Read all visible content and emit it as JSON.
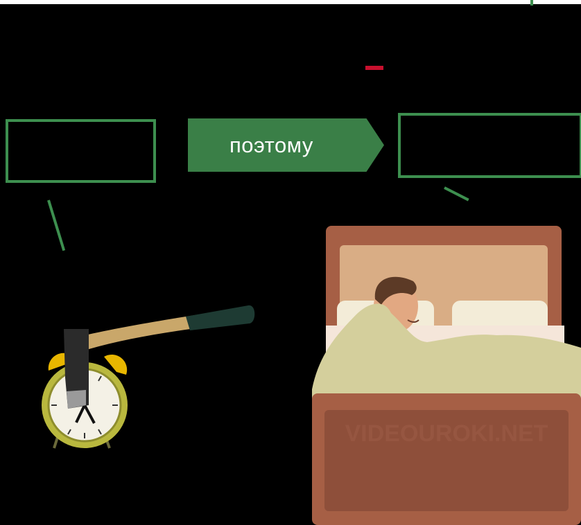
{
  "diagram": {
    "connector_label": "поэтому",
    "left_box_text": "",
    "right_box_text": ""
  },
  "colors": {
    "accent_green": "#3a7f47",
    "box_border": "#3d8f4f",
    "red_mark": "#c8102e",
    "background": "#000000"
  },
  "illustrations": {
    "left": "axe-on-alarm-clock",
    "right": "man-sleeping-in-bed"
  },
  "watermark": "VIDEOUROKI.NET"
}
